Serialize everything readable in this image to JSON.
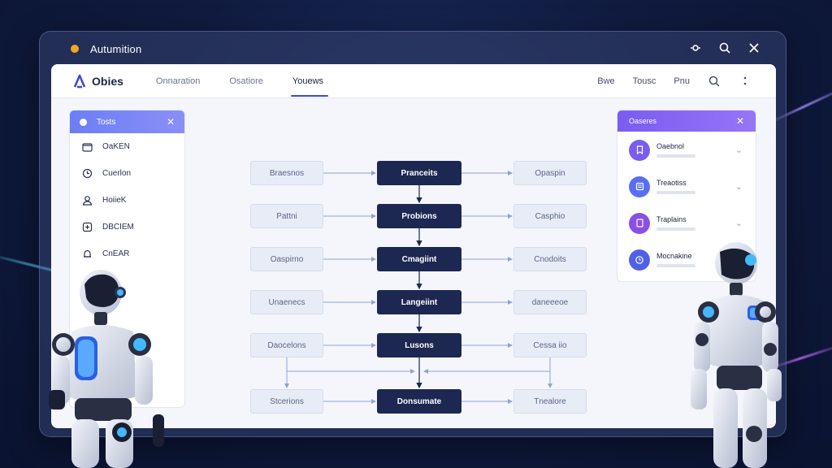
{
  "window": {
    "title": "Autumition",
    "controls": [
      "settings-icon",
      "search-icon",
      "close-icon"
    ]
  },
  "navbar": {
    "brand": "Obies",
    "tabs": [
      {
        "label": "Onnaration",
        "active": false
      },
      {
        "label": "Osatiore",
        "active": false
      },
      {
        "label": "Youews",
        "active": true
      }
    ],
    "links": [
      "Bwe",
      "Tousc",
      "Pnu"
    ]
  },
  "sidebar": {
    "header": "Tosts",
    "items": [
      {
        "label": "OaKEN",
        "icon": "folder-icon"
      },
      {
        "label": "Cuerlon",
        "icon": "clock-icon"
      },
      {
        "label": "HoiieK",
        "icon": "user-icon"
      },
      {
        "label": "DBCIEM",
        "icon": "layers-icon"
      },
      {
        "label": "CnEAR",
        "icon": "bell-icon"
      }
    ]
  },
  "flow": {
    "left": [
      "Braesnos",
      "Pattni",
      "Oaspirno",
      "Unaenecs",
      "Daocelons",
      "Stcerions"
    ],
    "center": [
      "Pranceits",
      "Probions",
      "Cmagiint",
      "Langeiint",
      "Lusons",
      "Donsumate"
    ],
    "right": [
      "Opaspin",
      "Casphio",
      "Cnodoits",
      "daneeeoe",
      "Cessa iio",
      "Tnealore"
    ]
  },
  "panel": {
    "header": "Oaseres",
    "rows": [
      {
        "title": "Oaebnol",
        "color": "#7b5cf0",
        "icon": "bookmark-icon"
      },
      {
        "title": "Treaotiss",
        "color": "#5a6ff0",
        "icon": "list-icon"
      },
      {
        "title": "Traplains",
        "color": "#8a4fe6",
        "icon": "document-icon"
      },
      {
        "title": "Mocnakine",
        "color": "#5061e8",
        "icon": "clock-icon"
      }
    ]
  },
  "colors": {
    "accent": "#3b4ad6",
    "node_dark": "#1c2752",
    "title_dot": "#f5a524"
  }
}
